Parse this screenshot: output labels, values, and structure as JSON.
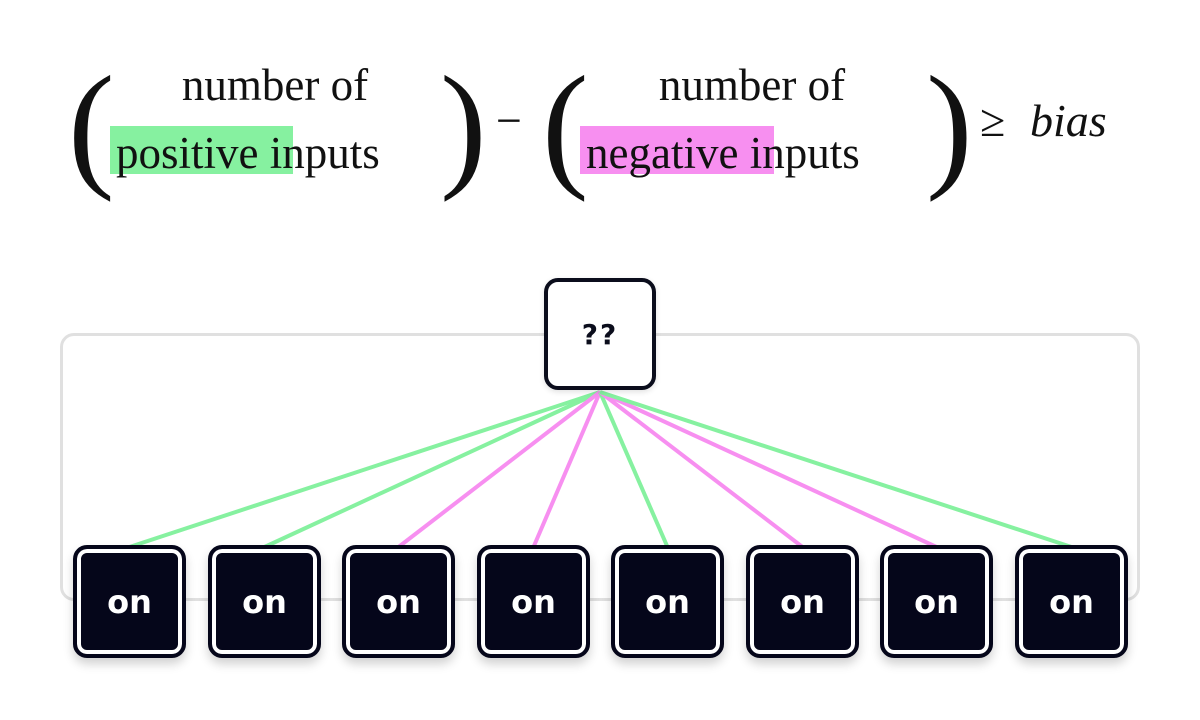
{
  "formula": {
    "term1_line1": "number of",
    "term1_highlight": "positive",
    "term1_rest": "inputs",
    "minus": "−",
    "term2_line1": "number of",
    "term2_highlight": "negative",
    "term2_rest": "inputs",
    "geq": "≥",
    "bias": "bias",
    "positive_color": "#86f1a0",
    "negative_color": "#f78ff0"
  },
  "network": {
    "output_label": "??",
    "inputs": [
      {
        "label": "on",
        "sign": "positive"
      },
      {
        "label": "on",
        "sign": "positive"
      },
      {
        "label": "on",
        "sign": "negative"
      },
      {
        "label": "on",
        "sign": "negative"
      },
      {
        "label": "on",
        "sign": "positive"
      },
      {
        "label": "on",
        "sign": "negative"
      },
      {
        "label": "on",
        "sign": "negative"
      },
      {
        "label": "on",
        "sign": "positive"
      }
    ]
  }
}
